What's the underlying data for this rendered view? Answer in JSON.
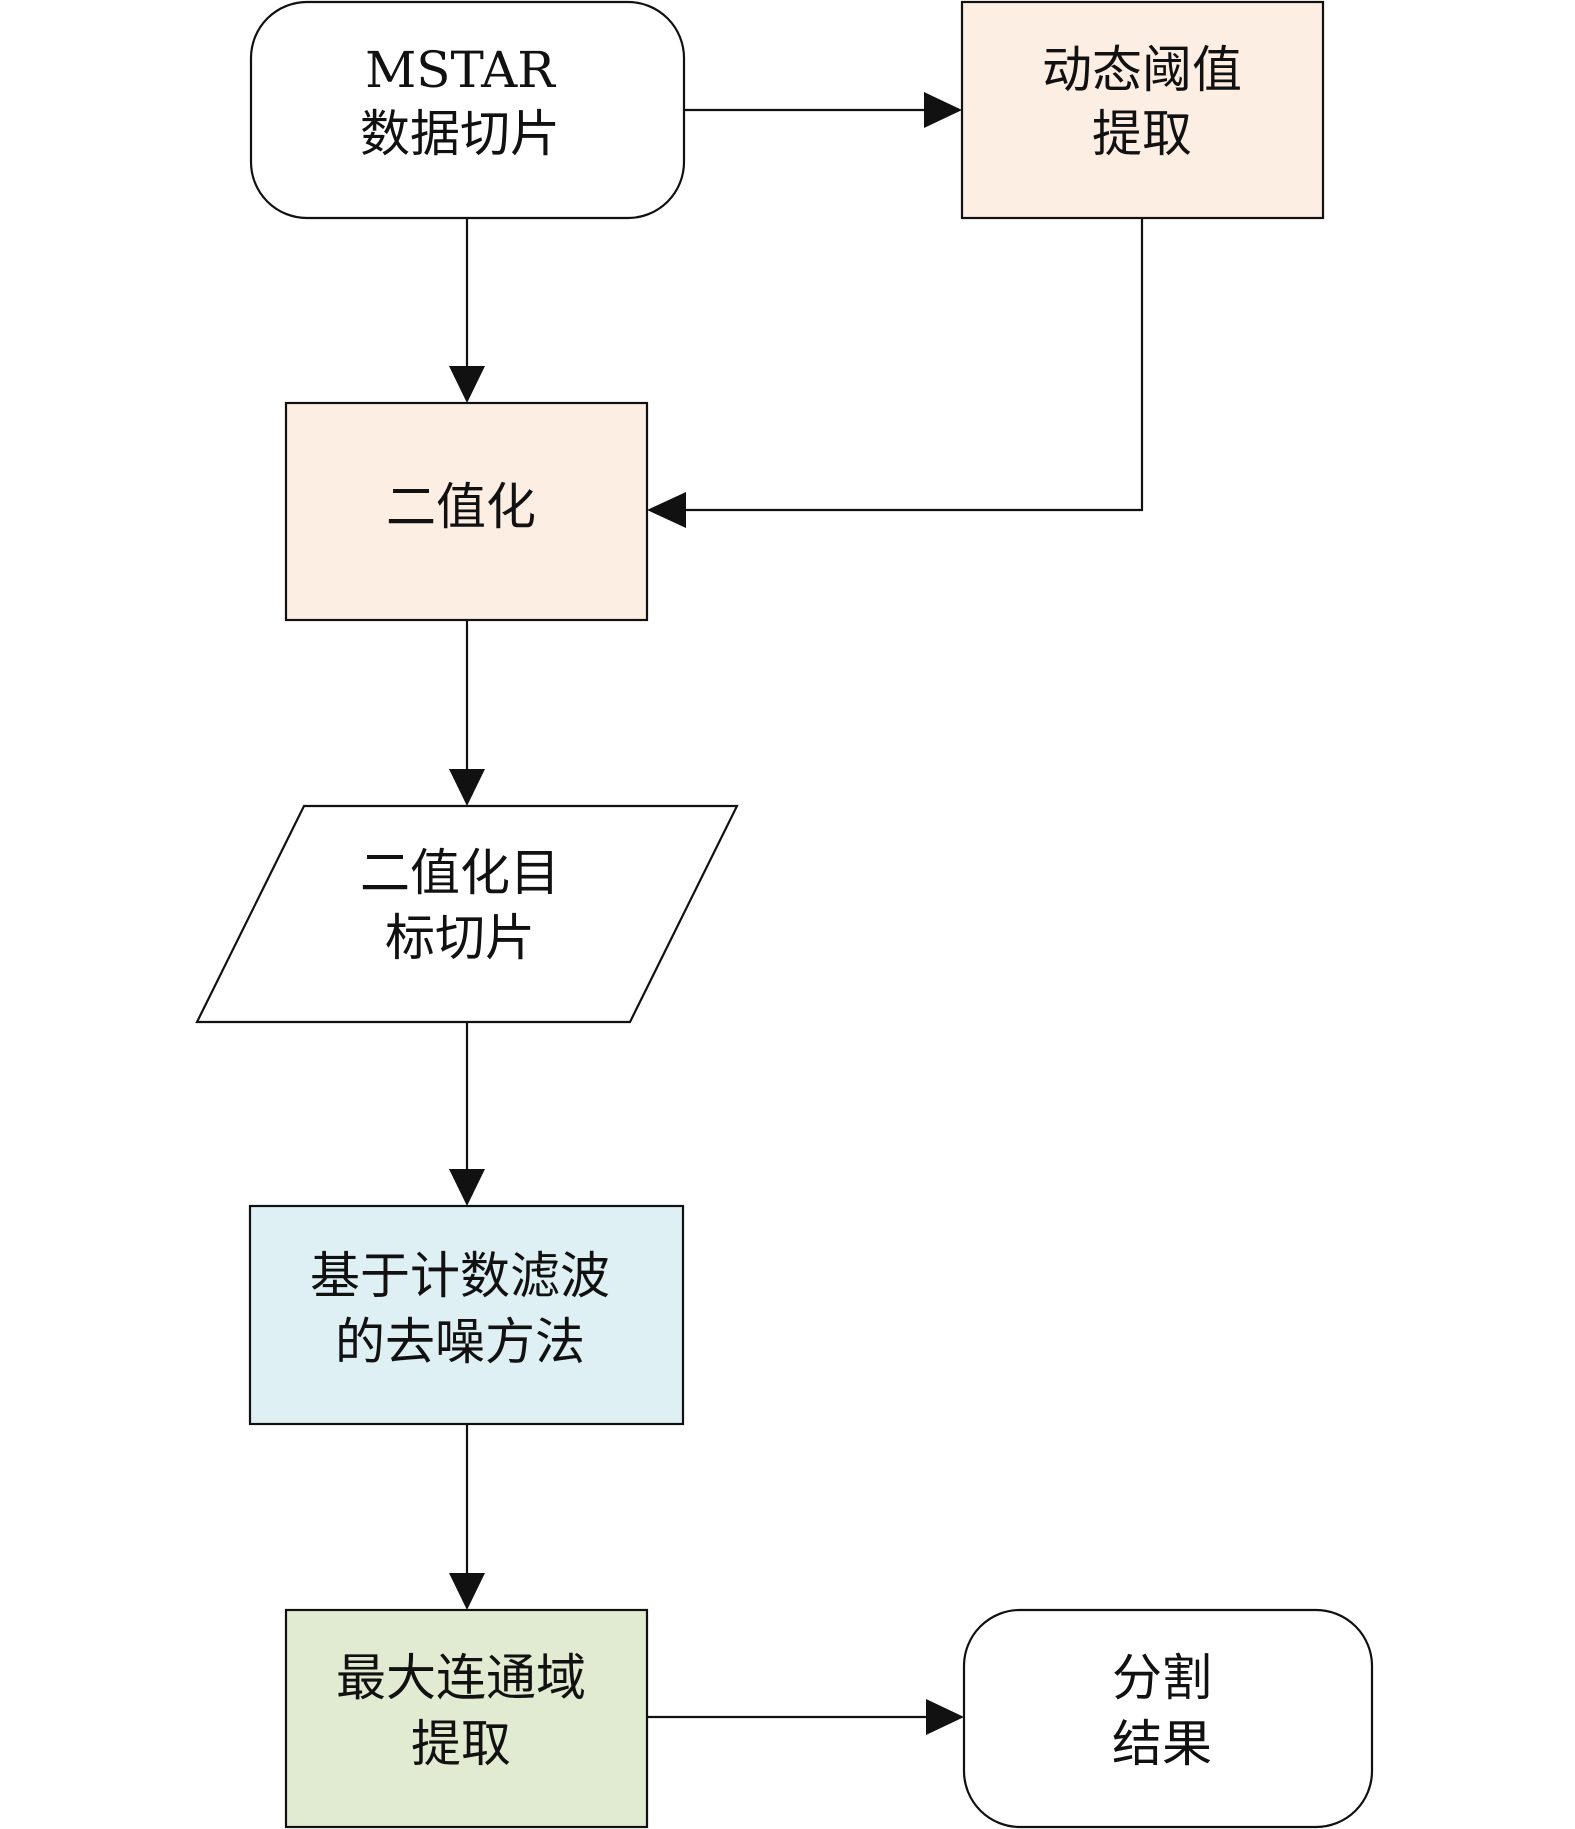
{
  "colors": {
    "stroke": "#111111",
    "terminal_fill": "#ffffff",
    "threshold_fill": "#fdeee4",
    "binarize_fill": "#fdeee4",
    "data_fill": "#ffffff",
    "denoise_fill": "#dff0f4",
    "extract_fill": "#e1ebd1"
  },
  "nodes": {
    "mstar_slice": {
      "shape": "terminal",
      "lines": [
        "MSTAR",
        "数据切片"
      ]
    },
    "dynamic_threshold": {
      "shape": "process",
      "lines": [
        "动态阈值",
        "提取"
      ]
    },
    "binarization": {
      "shape": "process",
      "lines": [
        "二值化"
      ]
    },
    "binary_target_slice": {
      "shape": "data",
      "lines": [
        "二值化目",
        "标切片"
      ]
    },
    "count_filter_denoise": {
      "shape": "process",
      "lines": [
        "基于计数滤波",
        "的去噪方法"
      ]
    },
    "max_connected_region": {
      "shape": "process",
      "lines": [
        "最大连通域",
        "提取"
      ]
    },
    "segmentation_result": {
      "shape": "terminal",
      "lines": [
        "分割",
        "结果"
      ]
    }
  },
  "edges": [
    {
      "from": "mstar_slice",
      "to": "dynamic_threshold"
    },
    {
      "from": "mstar_slice",
      "to": "binarization"
    },
    {
      "from": "dynamic_threshold",
      "to": "binarization"
    },
    {
      "from": "binarization",
      "to": "binary_target_slice"
    },
    {
      "from": "binary_target_slice",
      "to": "count_filter_denoise"
    },
    {
      "from": "count_filter_denoise",
      "to": "max_connected_region"
    },
    {
      "from": "max_connected_region",
      "to": "segmentation_result"
    }
  ]
}
